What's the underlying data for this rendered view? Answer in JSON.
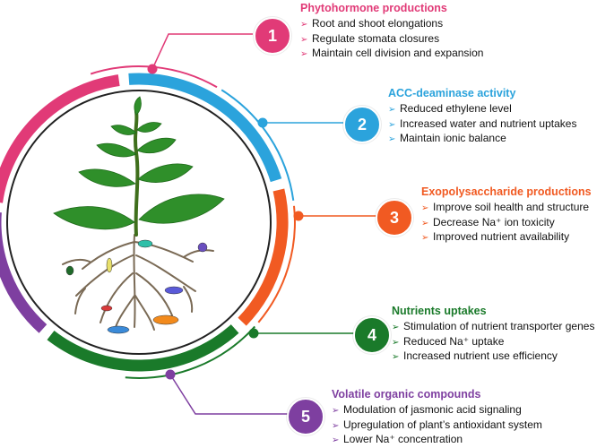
{
  "blocks": [
    {
      "number": "1",
      "title": "Phytohormone productions",
      "color": "#e13a77",
      "items": [
        "Root and shoot elongations",
        "Regulate stomata closures",
        "Maintain cell division and expansion"
      ]
    },
    {
      "number": "2",
      "title": "ACC-deaminase activity",
      "color": "#2ba3dc",
      "items": [
        "Reduced ethylene level",
        "Increased water and nutrient uptakes",
        "Maintain ionic balance"
      ]
    },
    {
      "number": "3",
      "title": "Exopolysaccharide productions",
      "color": "#f15a22",
      "items": [
        "Improve soil health and structure",
        "Decrease Na⁺ ion toxicity",
        "Improved nutrient availability"
      ]
    },
    {
      "number": "4",
      "title": "Nutrients uptakes",
      "color": "#1a7a2a",
      "items": [
        "Stimulation of nutrient transporter genes",
        "Reduced Na⁺ uptake",
        "Increased nutrient use efficiency"
      ]
    },
    {
      "number": "5",
      "title": "Volatile organic compounds",
      "color": "#7e3fa0",
      "items": [
        "Modulation of jasmonic acid signaling",
        "Upregulation of plant’s antioxidant system",
        "Lower Na⁺ concentration"
      ]
    }
  ],
  "bullet_glyph": "➢",
  "ring_colors": {
    "pink": "#e13a77",
    "blue": "#2ba3dc",
    "orange": "#f15a22",
    "green": "#1a7a2a",
    "purple": "#7e3fa0",
    "inner": "#222222"
  },
  "plant_colors": {
    "leaf": "#2f8f2a",
    "stem": "#3f6f1c",
    "root": "#7a6a55"
  },
  "microbe_colors": [
    "#2fbfa8",
    "#6a4fbf",
    "#e8e06a",
    "#f28a1c",
    "#3a8ad8",
    "#d83a3a",
    "#1f6a2a",
    "#5a5ad8"
  ]
}
